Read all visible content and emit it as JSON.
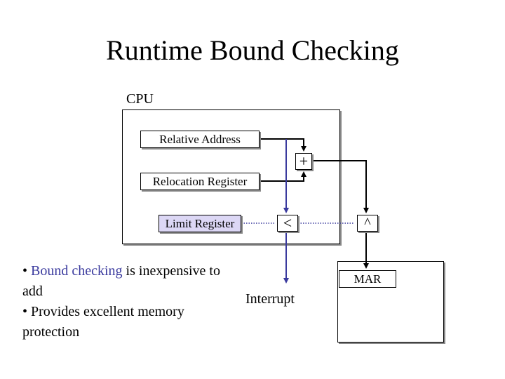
{
  "title": "Runtime Bound Checking",
  "cpu": {
    "label": "CPU",
    "relative_address": "Relative Address",
    "relocation_register": "Relocation Register",
    "limit_register": "Limit Register"
  },
  "operators": {
    "plus": "+",
    "less_than": "<",
    "and": "^"
  },
  "mar": "MAR",
  "interrupt": "Interrupt",
  "bullets": [
    {
      "prefix": "• ",
      "highlight": "Bound checking",
      "rest": " is inexpensive to add"
    },
    {
      "prefix": "• ",
      "highlight": "",
      "rest": "Provides excellent memory protection"
    }
  ],
  "colors": {
    "accent": "#3a3a9e",
    "wire_blue": "#3a3a9e",
    "wire_black": "#000000",
    "limit_fill": "#dcd7f5"
  }
}
